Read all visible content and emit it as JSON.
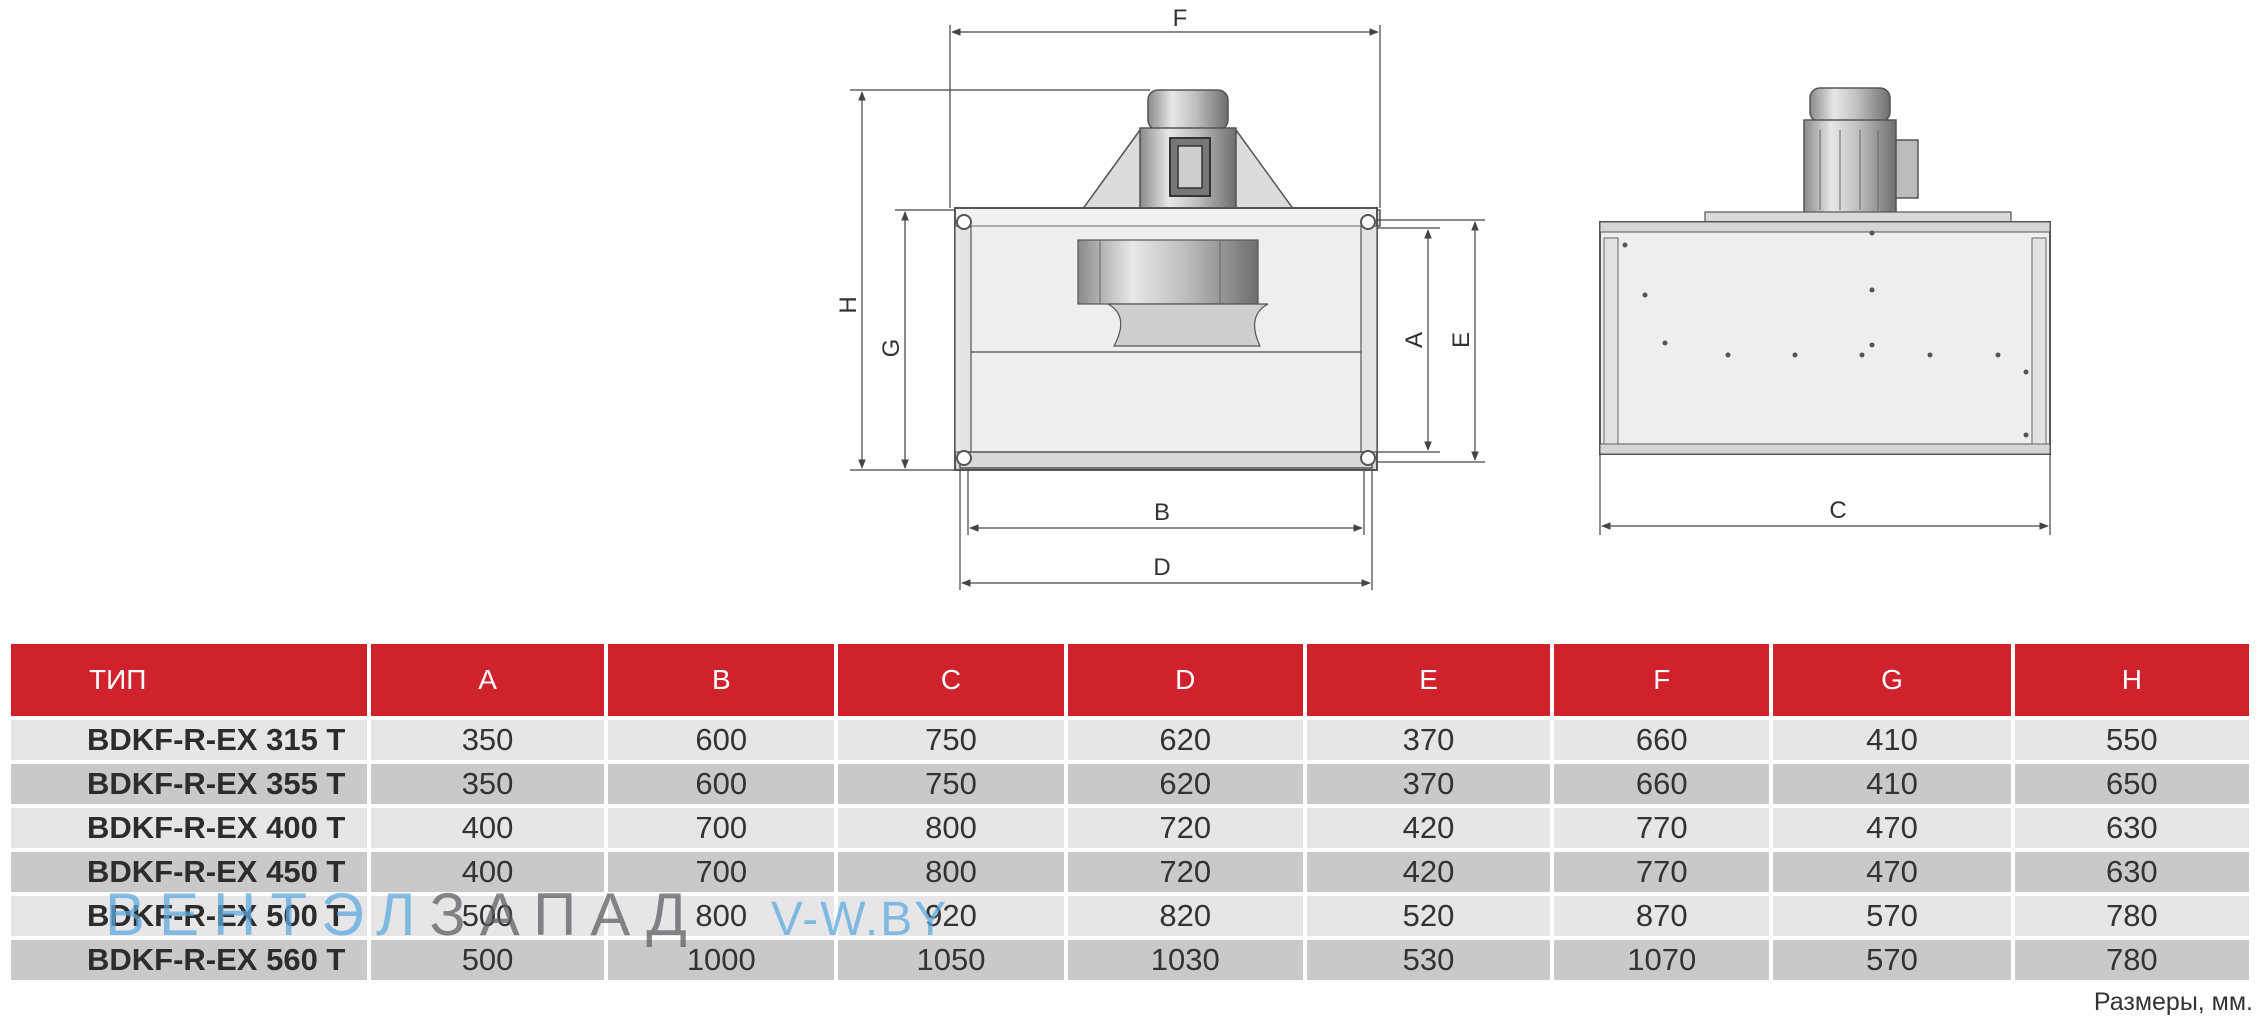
{
  "dimension_labels": {
    "A": "A",
    "B": "B",
    "C": "C",
    "D": "D",
    "E": "E",
    "F": "F",
    "G": "G",
    "H": "H"
  },
  "table": {
    "headers": [
      "ТИП",
      "A",
      "B",
      "C",
      "D",
      "E",
      "F",
      "G",
      "H"
    ],
    "rows": [
      {
        "type": "BDKF-R-EX 315 T",
        "A": "350",
        "B": "600",
        "C": "750",
        "D": "620",
        "E": "370",
        "F": "660",
        "G": "410",
        "H": "550"
      },
      {
        "type": "BDKF-R-EX 355 T",
        "A": "350",
        "B": "600",
        "C": "750",
        "D": "620",
        "E": "370",
        "F": "660",
        "G": "410",
        "H": "650"
      },
      {
        "type": "BDKF-R-EX 400 T",
        "A": "400",
        "B": "700",
        "C": "800",
        "D": "720",
        "E": "420",
        "F": "770",
        "G": "470",
        "H": "630"
      },
      {
        "type": "BDKF-R-EX 450 T",
        "A": "400",
        "B": "700",
        "C": "800",
        "D": "720",
        "E": "420",
        "F": "770",
        "G": "470",
        "H": "630"
      },
      {
        "type": "BDKF-R-EX 500 T",
        "A": "500",
        "B": "800",
        "C": "920",
        "D": "820",
        "E": "520",
        "F": "870",
        "G": "570",
        "H": "780"
      },
      {
        "type": "BDKF-R-EX 560 T",
        "A": "500",
        "B": "1000",
        "C": "1050",
        "D": "1030",
        "E": "530",
        "F": "1070",
        "G": "570",
        "H": "780"
      }
    ]
  },
  "watermark": {
    "part1": "ВЕНТЭЛ",
    "part2": "ЗАПАД",
    "site": "V-W.BY"
  },
  "units_note": "Размеры, мм.",
  "colors": {
    "header_red": "#d0222d",
    "row_light": "#e6e6e8",
    "row_dark": "#c9c9cc"
  }
}
